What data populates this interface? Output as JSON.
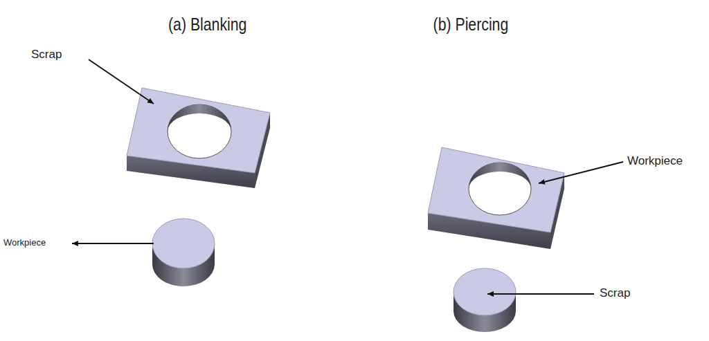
{
  "diagram": {
    "labels": [
      "(a) Blanking",
      "(b) Piercing",
      "Scrap",
      "Workpiece",
      "Workpiece",
      "Scrap"
    ]
  }
}
